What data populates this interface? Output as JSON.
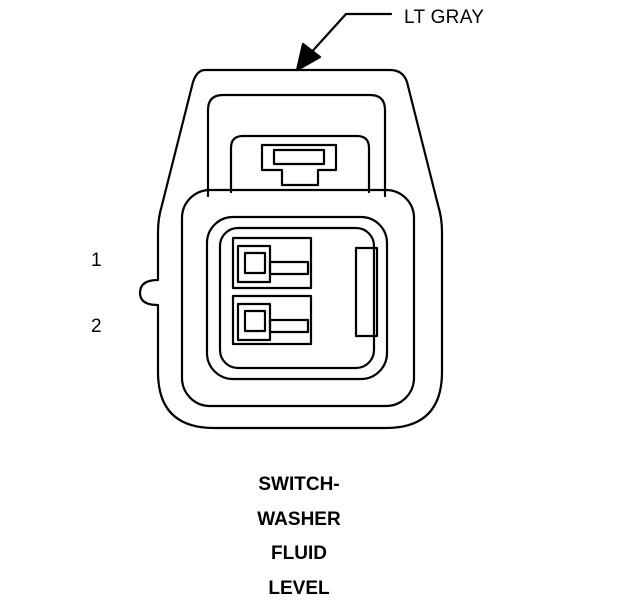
{
  "connector": {
    "color_label": "LT GRAY",
    "pins": [
      {
        "number": "1"
      },
      {
        "number": "2"
      }
    ],
    "caption_lines": [
      "SWITCH-",
      "WASHER",
      "FLUID",
      "LEVEL"
    ]
  }
}
